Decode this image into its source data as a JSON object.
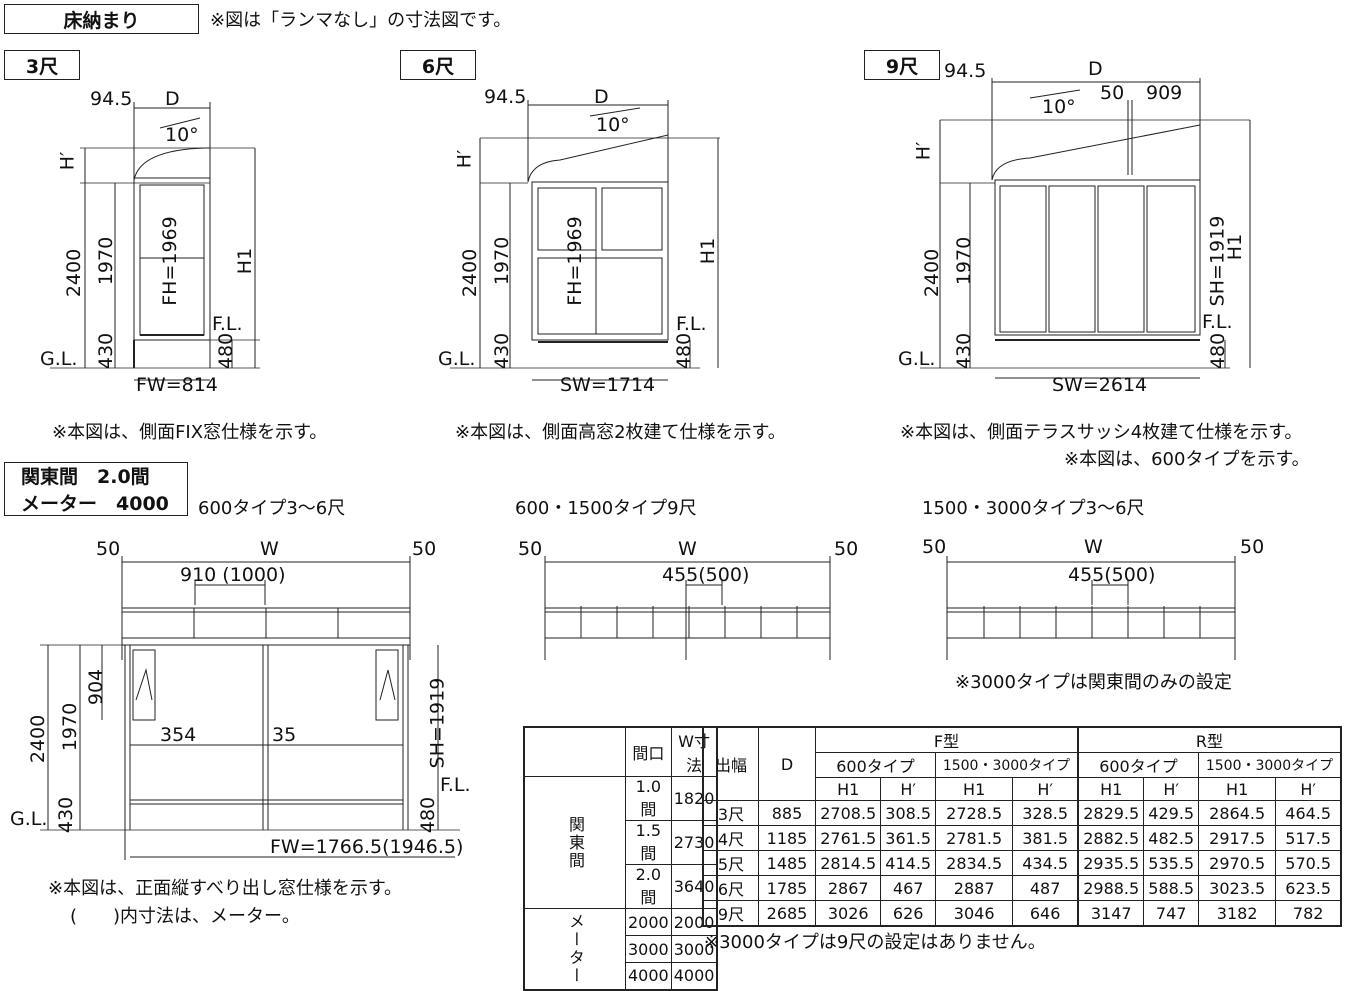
{
  "header": {
    "title": "床納まり",
    "note": "※図は「ランマなし」の寸法図です。"
  },
  "side_views": [
    {
      "tag": "3尺",
      "top_left": "94.5",
      "depth": "D",
      "angle": "10°",
      "h_prime": "H′",
      "total": "2400",
      "door": "1970",
      "inner": "FH=1969",
      "h1": "H1",
      "base": "430",
      "fl": "F.L.",
      "fl_height": "480",
      "gl": "G.L.",
      "width": "FW=814",
      "note": "※本図は、側面FIX窓仕様を示す。"
    },
    {
      "tag": "6尺",
      "top_left": "94.5",
      "depth": "D",
      "angle": "10°",
      "h_prime": "H′",
      "total": "2400",
      "door": "1970",
      "inner": "FH=1969",
      "h1": "H1",
      "base": "430",
      "fl": "F.L.",
      "fl_height": "480",
      "gl": "G.L.",
      "width": "SW=1714",
      "note": "※本図は、側面高窓2枚建て仕様を示す。"
    },
    {
      "tag": "9尺",
      "top_left": "94.5",
      "depth": "D",
      "angle": "10°",
      "h_prime": "H′",
      "top_mid": "50",
      "top_right": "909",
      "total": "2400",
      "door": "1970",
      "inner": "SH=1919",
      "h1": "H1",
      "base": "430",
      "fl": "F.L.",
      "fl_height": "480",
      "gl": "G.L.",
      "width": "SW=2614",
      "note": "※本図は、側面テラスサッシ4枚建て仕様を示す。",
      "note2": "※本図は、600タイプを示す。"
    }
  ],
  "front": {
    "box_line1": "関東間　2.0間",
    "box_line2": "メーター　4000",
    "views": [
      {
        "title": "600タイプ3～6尺",
        "left": "50",
        "w": "W",
        "right": "50",
        "pitch": "910 (1000)"
      },
      {
        "title": "600・1500タイプ9尺",
        "left": "50",
        "w": "W",
        "right": "50",
        "pitch": "455(500)"
      },
      {
        "title": "1500・3000タイプ3～6尺",
        "left": "50",
        "w": "W",
        "right": "50",
        "pitch": "455(500)",
        "note": "※3000タイプは関東間のみの設定"
      }
    ],
    "elev": {
      "total": "2400",
      "door": "1970",
      "top": "904",
      "left_post": "354",
      "mid": "35",
      "sh": "SH=1919",
      "fl": "F.L.",
      "gl": "G.L.",
      "base": "430",
      "fl_h": "480",
      "fw": "FW=1766.5(1946.5)",
      "note1": "※本図は、正面縦すべり出し窓仕様を示す。",
      "note2": "(　　)内寸法は、メーター。"
    }
  },
  "width_table": {
    "h_col1": "間口",
    "h_col2": "W寸法",
    "group1": "関東間",
    "group2": "メーター",
    "rows": [
      {
        "a": "1.0間",
        "b": "1820"
      },
      {
        "a": "1.5間",
        "b": "2730"
      },
      {
        "a": "2.0間",
        "b": "3640"
      },
      {
        "a": "2000",
        "b": "2000"
      },
      {
        "a": "3000",
        "b": "3000"
      },
      {
        "a": "4000",
        "b": "4000"
      }
    ]
  },
  "spec_table": {
    "h_out": "出幅",
    "h_d": "D",
    "f": "F型",
    "r": "R型",
    "t600": "600タイプ",
    "t1500": "1500・3000タイプ",
    "h1": "H1",
    "hp": "H′",
    "rows": [
      [
        "3尺",
        "885",
        "2708.5",
        "308.5",
        "2728.5",
        "328.5",
        "2829.5",
        "429.5",
        "2864.5",
        "464.5"
      ],
      [
        "4尺",
        "1185",
        "2761.5",
        "361.5",
        "2781.5",
        "381.5",
        "2882.5",
        "482.5",
        "2917.5",
        "517.5"
      ],
      [
        "5尺",
        "1485",
        "2814.5",
        "414.5",
        "2834.5",
        "434.5",
        "2935.5",
        "535.5",
        "2970.5",
        "570.5"
      ],
      [
        "6尺",
        "1785",
        "2867",
        "467",
        "2887",
        "487",
        "2988.5",
        "588.5",
        "3023.5",
        "623.5"
      ],
      [
        "9尺",
        "2685",
        "3026",
        "626",
        "3046",
        "646",
        "3147",
        "747",
        "3182",
        "782"
      ]
    ],
    "note": "※3000タイプは9尺の設定はありません。"
  }
}
